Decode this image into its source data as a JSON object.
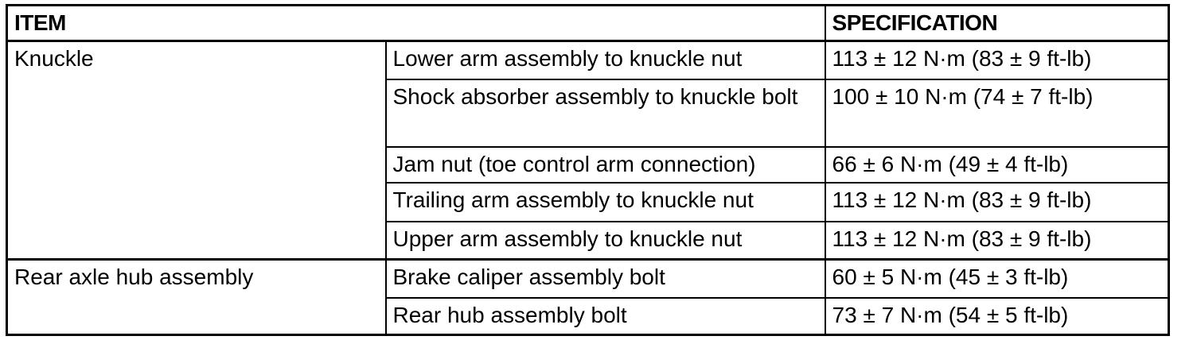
{
  "table": {
    "headers": {
      "item": "ITEM",
      "specification": "SPECIFICATION"
    },
    "groups": [
      {
        "item": "Knuckle",
        "rows": [
          {
            "component": "Lower arm assembly to knuckle nut",
            "spec": "113 ± 12 N·m (83 ± 9 ft-lb)"
          },
          {
            "component": "Shock absorber assembly to knuckle bolt",
            "spec": "100 ± 10 N·m (74 ± 7 ft-lb)"
          },
          {
            "component": "Jam nut (toe control arm connection)",
            "spec": "66 ± 6 N·m (49 ± 4 ft-lb)"
          },
          {
            "component": "Trailing arm assembly to knuckle nut",
            "spec": "113 ± 12 N·m (83 ± 9 ft-lb)"
          },
          {
            "component": "Upper arm assembly to knuckle nut",
            "spec": "113 ± 12 N·m (83 ± 9 ft-lb)"
          }
        ]
      },
      {
        "item": "Rear axle hub assembly",
        "rows": [
          {
            "component": "Brake caliper assembly bolt",
            "spec": "60 ± 5 N·m (45 ± 3 ft-lb)"
          },
          {
            "component": "Rear hub assembly bolt",
            "spec": "73 ± 7 N·m (54 ± 5 ft-lb)"
          }
        ]
      }
    ],
    "colors": {
      "border": "#000000",
      "text": "#000000",
      "background": "#ffffff"
    }
  }
}
